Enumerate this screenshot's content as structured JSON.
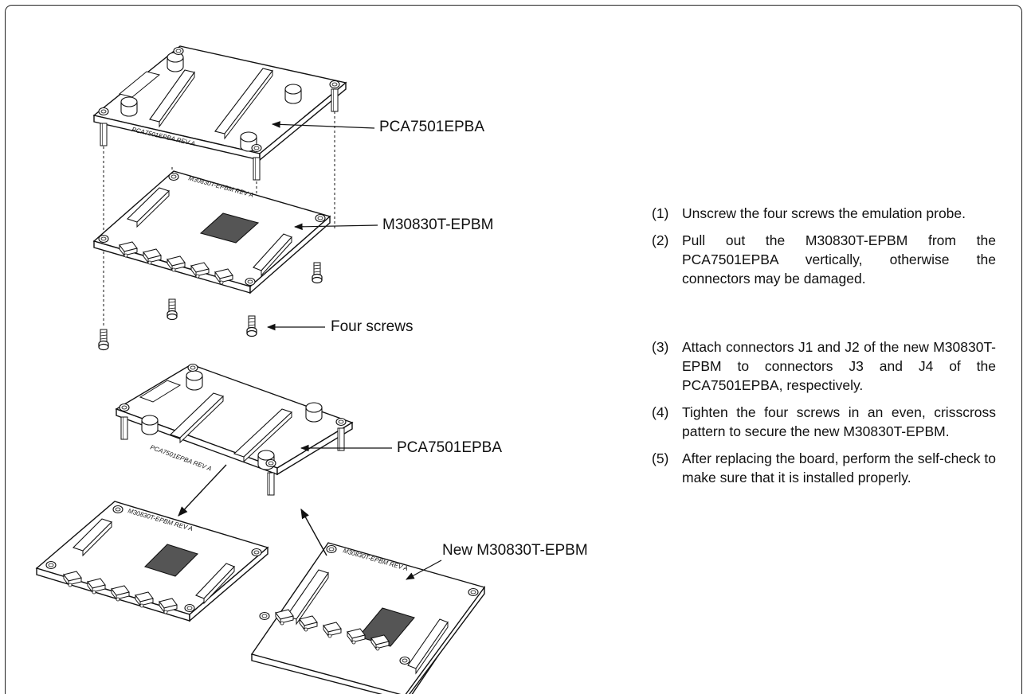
{
  "labels": {
    "top_pca": "PCA7501EPBA",
    "top_epbm": "M30830T-EPBM",
    "screws": "Four screws",
    "bottom_pca": "PCA7501EPBA",
    "new_epbm": "New M30830T-EPBM"
  },
  "board_marks": {
    "pca_top": "PCA7501EPBA REV A",
    "epbm_top": "M30830T-EPBM REV A",
    "pca_bottom": "PCA7501EPBA REV A",
    "epbm_old": "M30830T-EPBM REV A",
    "epbm_new": "M30830T-EPBM REV A"
  },
  "steps": [
    {
      "num": "(1)",
      "text": "Unscrew the four screws the emulation probe."
    },
    {
      "num": "(2)",
      "text": "Pull out the M30830T-EPBM from the PCA7501EPBA vertically, otherwise the connectors may be damaged."
    },
    {
      "num": "(3)",
      "text": "Attach connectors J1 and J2 of the new M30830T-EPBM to connectors J3 and J4 of the PCA7501EPBA, respectively."
    },
    {
      "num": "(4)",
      "text": "Tighten the four screws in an even, crisscross pattern to secure the new M30830T-EPBM."
    },
    {
      "num": "(5)",
      "text": "After replacing the board, perform the self-check to make sure that it is installed properly."
    }
  ]
}
